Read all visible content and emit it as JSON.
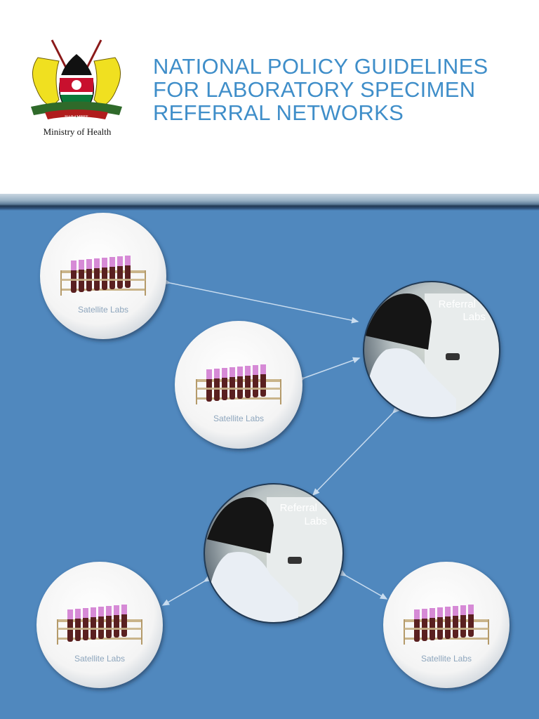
{
  "header": {
    "title_lines": [
      "NATIONAL POLICY GUIDELINES",
      "FOR LABORATORY SPECIMEN",
      "REFERRAL NETWORKS"
    ],
    "ministry_label": "Ministry of Health",
    "crest_motto": "HARAMBEE"
  },
  "network": {
    "satellite_label": "Satellite Labs",
    "referral_label_line1": "Referral",
    "referral_label_line2": "Labs"
  },
  "colors": {
    "background": "#5088be",
    "title": "#3f8ec9"
  }
}
